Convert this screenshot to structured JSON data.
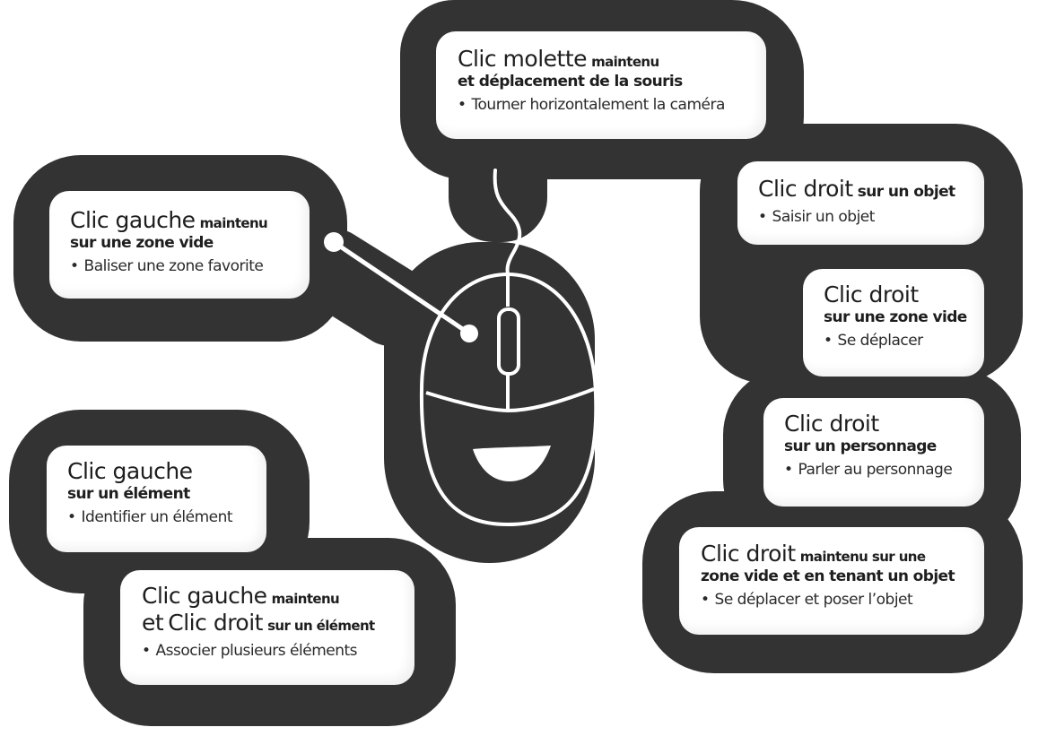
{
  "colors": {
    "dark": "#333333",
    "card": "#ffffff",
    "text": "#1e1e1e",
    "line": "#ffffff"
  },
  "center_icon": "mouse-icon",
  "cards": {
    "molette": {
      "title": "Clic molette",
      "title_suffix": "maintenu",
      "subtitle": "et déplacement de la souris",
      "bullet": "•",
      "action": "Tourner horizontalement la caméra"
    },
    "gauche_zone_vide": {
      "title": "Clic gauche",
      "title_suffix": "maintenu",
      "subtitle": "sur une zone vide",
      "bullet": "•",
      "action": "Baliser une zone favorite"
    },
    "droit_objet": {
      "title": "Clic droit",
      "title_suffix": "sur un objet",
      "bullet": "•",
      "action": "Saisir un objet"
    },
    "droit_zone_vide": {
      "title": "Clic droit",
      "subtitle": "sur une zone vide",
      "bullet": "•",
      "action": "Se déplacer"
    },
    "droit_personnage": {
      "title": "Clic droit",
      "subtitle": "sur un personnage",
      "bullet": "•",
      "action": "Parler au personnage"
    },
    "droit_maintenu": {
      "title": "Clic droit",
      "title_suffix": "maintenu sur une",
      "subtitle": "zone vide et en tenant un objet",
      "bullet": "•",
      "action": "Se déplacer et poser l’objet"
    },
    "gauche_element": {
      "title": "Clic gauche",
      "subtitle": "sur un élément",
      "bullet": "•",
      "action": "Identifier un élément"
    },
    "gauche_droit_element": {
      "title": "Clic gauche",
      "title_suffix": "maintenu",
      "title2_prefix": "et",
      "title2": "Clic droit",
      "title2_suffix": "sur un élément",
      "bullet": "•",
      "action": "Associer plusieurs éléments"
    }
  }
}
